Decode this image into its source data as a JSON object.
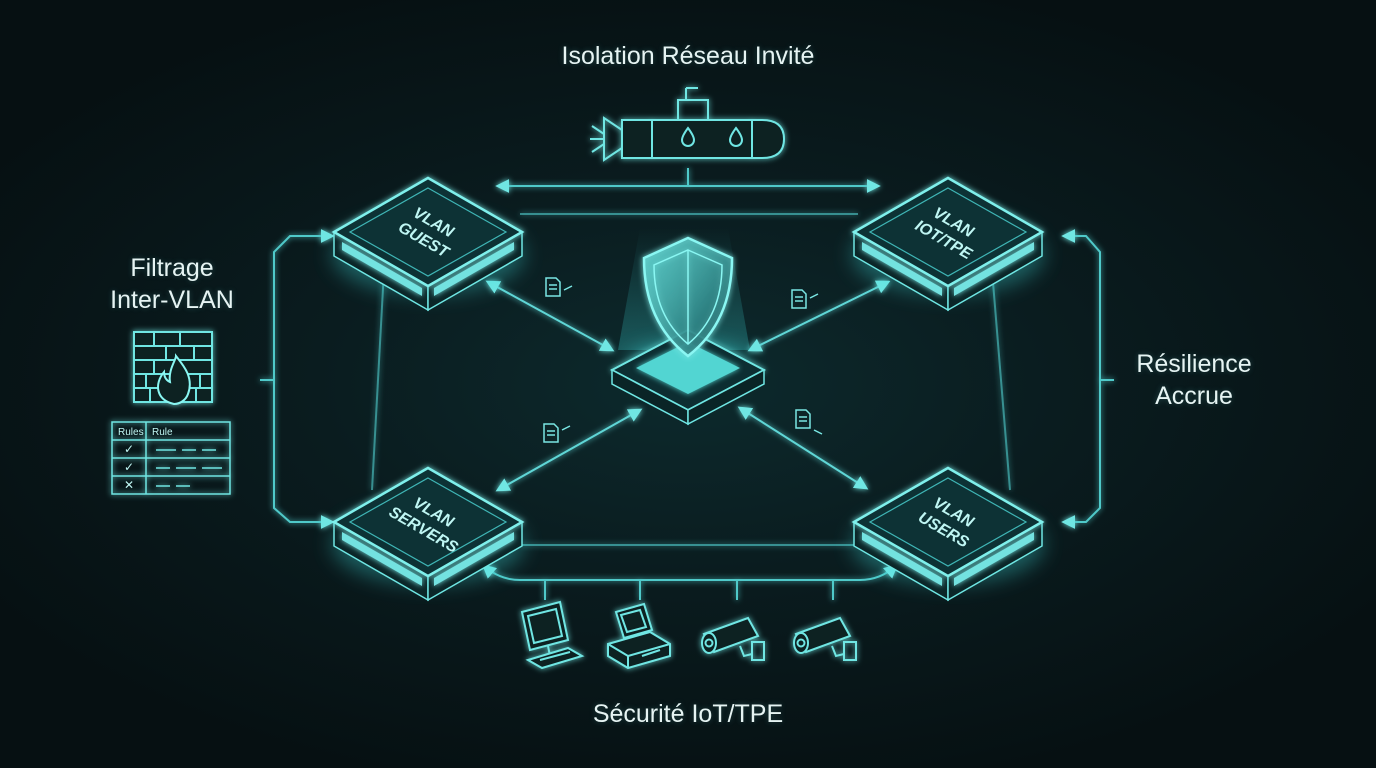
{
  "labels": {
    "top": "Isolation Réseau Invité",
    "left_line1": "Filtrage",
    "left_line2": "Inter-VLAN",
    "right_line1": "Résilience",
    "right_line2": "Accrue",
    "bottom": "Sécurité IoT/TPE"
  },
  "nodes": [
    {
      "id": "guest",
      "line1": "VLAN",
      "line2": "GUEST"
    },
    {
      "id": "iot",
      "line1": "VLAN",
      "line2": "IOT/TPE"
    },
    {
      "id": "servers",
      "line1": "VLAN",
      "line2": "SERVERS"
    },
    {
      "id": "users",
      "line1": "VLAN",
      "line2": "USERS"
    }
  ],
  "rules_table": {
    "header": [
      "Rules",
      "Rule"
    ],
    "rows": [
      "✓",
      "✓",
      "✕"
    ]
  },
  "icons": {
    "top": "submarine-icon",
    "center": "shield-icon",
    "left": "firewall-icon",
    "bottom": [
      "pos-terminal-icon",
      "cash-register-icon",
      "security-camera-icon",
      "security-camera-icon"
    ]
  },
  "colors": {
    "background": "#081416",
    "accent": "#3fe0e0",
    "line": "#5fd6d6",
    "glow": "#7ff7f4",
    "text": "#e6f4f3"
  }
}
